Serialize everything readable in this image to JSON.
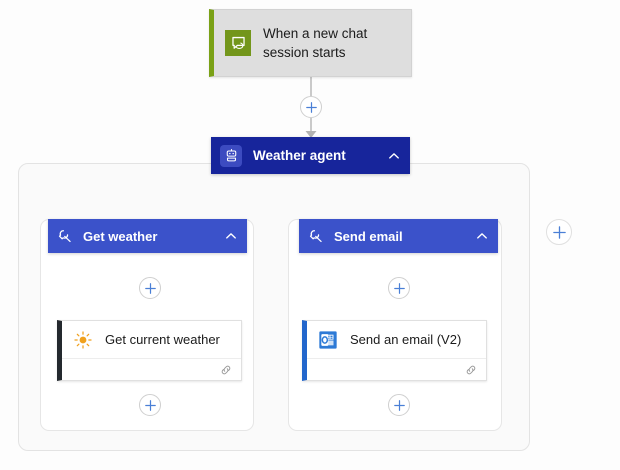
{
  "canvas": {
    "background": "#fdfdfd",
    "accents": {
      "trigger_green": "#73961b",
      "agent_blue": "#17259b",
      "tool_blue": "#3b52ca",
      "plus_blue": "#4a7fd6",
      "sun_orange": "#f0a11e",
      "outlook_blue": "#2266cc",
      "action_dark": "#24292e"
    }
  },
  "trigger": {
    "title": "When a new chat session starts",
    "title_line1": "When a new chat",
    "title_line2": "session starts",
    "icon": "chat-bubble-icon"
  },
  "agent": {
    "label": "Weather agent",
    "icon": "robot-icon",
    "collapse_icon": "chevron-up-icon"
  },
  "tools": [
    {
      "label": "Get weather",
      "icon": "wrench-icon",
      "collapse_icon": "chevron-up-icon",
      "action": {
        "label": "Get current weather",
        "icon": "sun-icon",
        "connector_icon": "plug-link-icon"
      }
    },
    {
      "label": "Send email",
      "icon": "wrench-icon",
      "collapse_icon": "chevron-up-icon",
      "action": {
        "label": "Send an email (V2)",
        "icon": "outlook-icon",
        "connector_icon": "plug-link-icon"
      }
    }
  ],
  "add_buttons": [
    {
      "name": "add-step-after-trigger",
      "glyph": "+"
    },
    {
      "name": "add-step-above-get-current-weather",
      "glyph": "+"
    },
    {
      "name": "add-step-below-get-current-weather",
      "glyph": "+"
    },
    {
      "name": "add-step-above-send-an-email",
      "glyph": "+"
    },
    {
      "name": "add-step-below-send-an-email",
      "glyph": "+"
    },
    {
      "name": "add-tool-to-agent",
      "glyph": "+"
    }
  ]
}
